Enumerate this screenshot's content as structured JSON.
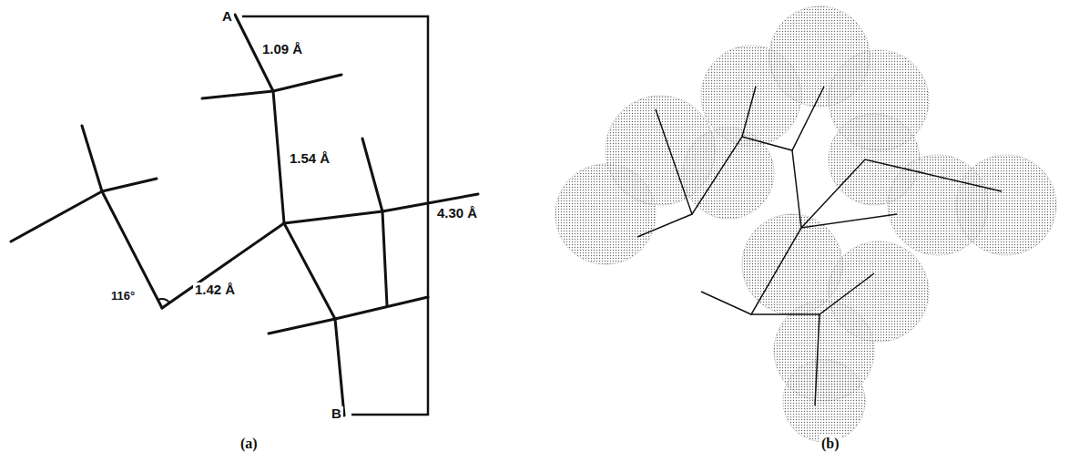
{
  "diagram": {
    "labels": [
      "A",
      "1.09 Å",
      "1.54 Å",
      "116°",
      "1.42 Å",
      "4.30 Å",
      "B",
      "(a)",
      "(b)"
    ]
  }
}
